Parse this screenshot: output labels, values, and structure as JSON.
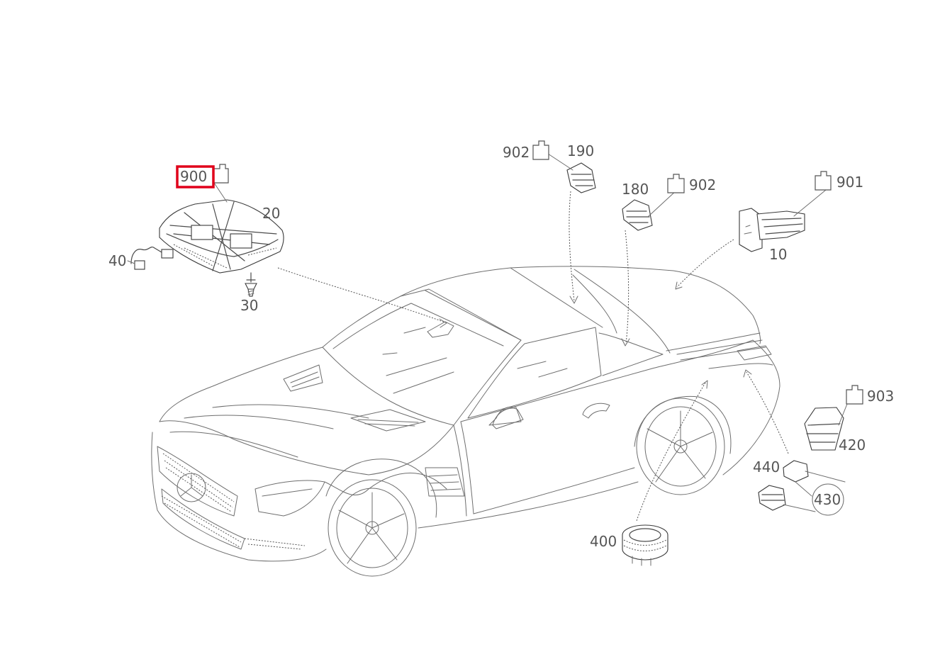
{
  "diagram": {
    "callouts": {
      "c900": "900",
      "c20": "20",
      "c40": "40",
      "c30": "30",
      "c902a": "902",
      "c190": "190",
      "c180": "180",
      "c902b": "902",
      "c901": "901",
      "c10": "10",
      "c903": "903",
      "c420": "420",
      "c440": "440",
      "c430": "430",
      "c400": "400"
    },
    "highlighted_callout": "900",
    "colors": {
      "line": "#6e6e6e",
      "label": "#555555",
      "highlight": "#e0001a"
    }
  }
}
